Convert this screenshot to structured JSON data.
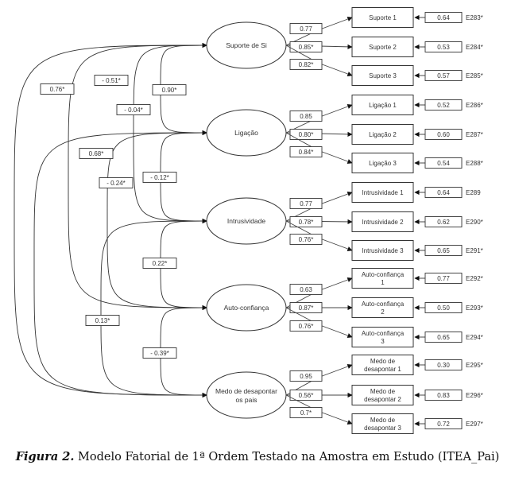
{
  "latent_factors": [
    {
      "id": "F1",
      "label": "Suporte de Si"
    },
    {
      "id": "F2",
      "label": "Ligação"
    },
    {
      "id": "F3",
      "label": "Intrusividade"
    },
    {
      "id": "F4",
      "label": "Auto-confiança"
    },
    {
      "id": "F5",
      "label": "Medo de desapontar os pais"
    }
  ],
  "indicators": [
    {
      "factor": "F1",
      "label": "Suporte 1",
      "loading": "0.77",
      "error_value": "0.64",
      "error_label": "E283*"
    },
    {
      "factor": "F1",
      "label": "Suporte 2",
      "loading": "0.85*",
      "error_value": "0.53",
      "error_label": "E284*"
    },
    {
      "factor": "F1",
      "label": "Suporte 3",
      "loading": "0.82*",
      "error_value": "0.57",
      "error_label": "E285*"
    },
    {
      "factor": "F2",
      "label": "Ligação 1",
      "loading": "0.85",
      "error_value": "0.52",
      "error_label": "E286*"
    },
    {
      "factor": "F2",
      "label": "Ligação 2",
      "loading": "0.80*",
      "error_value": "0.60",
      "error_label": "E287*"
    },
    {
      "factor": "F2",
      "label": "Ligação 3",
      "loading": "0.84*",
      "error_value": "0.54",
      "error_label": "E288*"
    },
    {
      "factor": "F3",
      "label": "Intrusividade 1",
      "loading": "0.77",
      "error_value": "0.64",
      "error_label": "E289"
    },
    {
      "factor": "F3",
      "label": "Intrusividade 2",
      "loading": "0.78*",
      "error_value": "0.62",
      "error_label": "E290*"
    },
    {
      "factor": "F3",
      "label": "Intrusividade 3",
      "loading": "0.76*",
      "error_value": "0.65",
      "error_label": "E291*"
    },
    {
      "factor": "F4",
      "label": "Auto-confiança 1",
      "loading": "0.63",
      "error_value": "0.77",
      "error_label": "E292*"
    },
    {
      "factor": "F4",
      "label": "Auto-confiança 2",
      "loading": "0.87*",
      "error_value": "0.50",
      "error_label": "E293*"
    },
    {
      "factor": "F4",
      "label": "Auto-confiança 3",
      "loading": "0.76*",
      "error_value": "0.65",
      "error_label": "E294*"
    },
    {
      "factor": "F5",
      "label": "Medo de desapontar 1",
      "loading": "0.95",
      "error_value": "0.30",
      "error_label": "E295*"
    },
    {
      "factor": "F5",
      "label": "Medo de desapontar 2",
      "loading": "0.56*",
      "error_value": "0.83",
      "error_label": "E296*"
    },
    {
      "factor": "F5",
      "label": "Medo de desapontar 3",
      "loading": "0.7*",
      "error_value": "0.72",
      "error_label": "E297*"
    }
  ],
  "correlations": [
    {
      "from": "F1",
      "to": "F2",
      "value": "0.90*"
    },
    {
      "from": "F1",
      "to": "F3",
      "value": "- 0.04*"
    },
    {
      "from": "F1",
      "to": "F4",
      "value": "- 0.51*"
    },
    {
      "from": "F1",
      "to": "F5",
      "value": "0.76*"
    },
    {
      "from": "F2",
      "to": "F3",
      "value": "- 0.12*"
    },
    {
      "from": "F2",
      "to": "F4",
      "value": "- 0.24*"
    },
    {
      "from": "F2",
      "to": "F5",
      "value": "0.68*"
    },
    {
      "from": "F3",
      "to": "F4",
      "value": "0.22*"
    },
    {
      "from": "F3",
      "to": "F5",
      "value": "0.13*"
    },
    {
      "from": "F4",
      "to": "F5",
      "value": "- 0.39*"
    }
  ],
  "caption": {
    "label": "Figura 2.",
    "text": " Modelo Fatorial de 1ª Ordem Testado na Amostra em Estudo (ITEA_Pai)"
  }
}
